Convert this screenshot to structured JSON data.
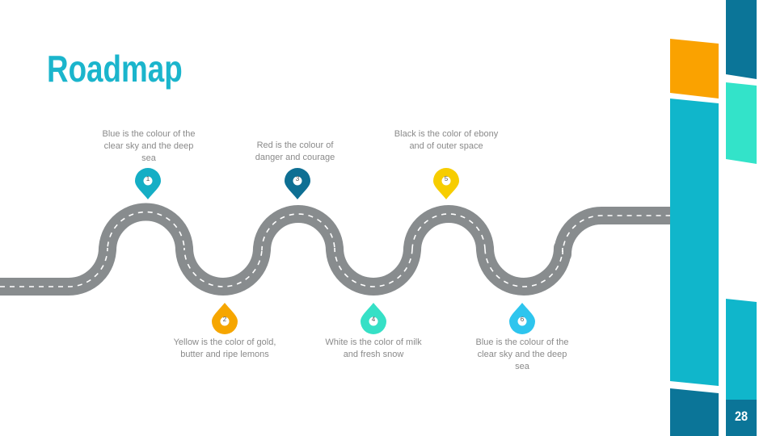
{
  "slide": {
    "title": "Roadmap",
    "page_number": "28"
  },
  "milestones": [
    {
      "number": "1",
      "caption": "Blue is the colour of the clear sky and the deep sea",
      "color": "#15aec5"
    },
    {
      "number": "2",
      "caption": "Yellow is the color of gold, butter and ripe lemons",
      "color": "#f6a600"
    },
    {
      "number": "3",
      "caption": "Red is the colour of danger and courage",
      "color": "#0e6f93"
    },
    {
      "number": "4",
      "caption": "White is the color of milk and fresh snow",
      "color": "#36e0c6"
    },
    {
      "number": "5",
      "caption": "Black is the color of ebony and of outer space",
      "color": "#f7cd00"
    },
    {
      "number": "6",
      "caption": "Blue is the colour of the clear sky and the deep sea",
      "color": "#2ec5ee"
    }
  ],
  "colors": {
    "title": "#1bb5cc",
    "road": "#888c8e",
    "road_dashes": "#ffffff",
    "caption_text": "#8a8a8a",
    "decor_teal": "#10b6cb",
    "decor_dark_teal": "#0b7598",
    "decor_orange": "#faa200",
    "decor_mint": "#33e3c9"
  },
  "icons": [
    "map-pin-icon"
  ]
}
